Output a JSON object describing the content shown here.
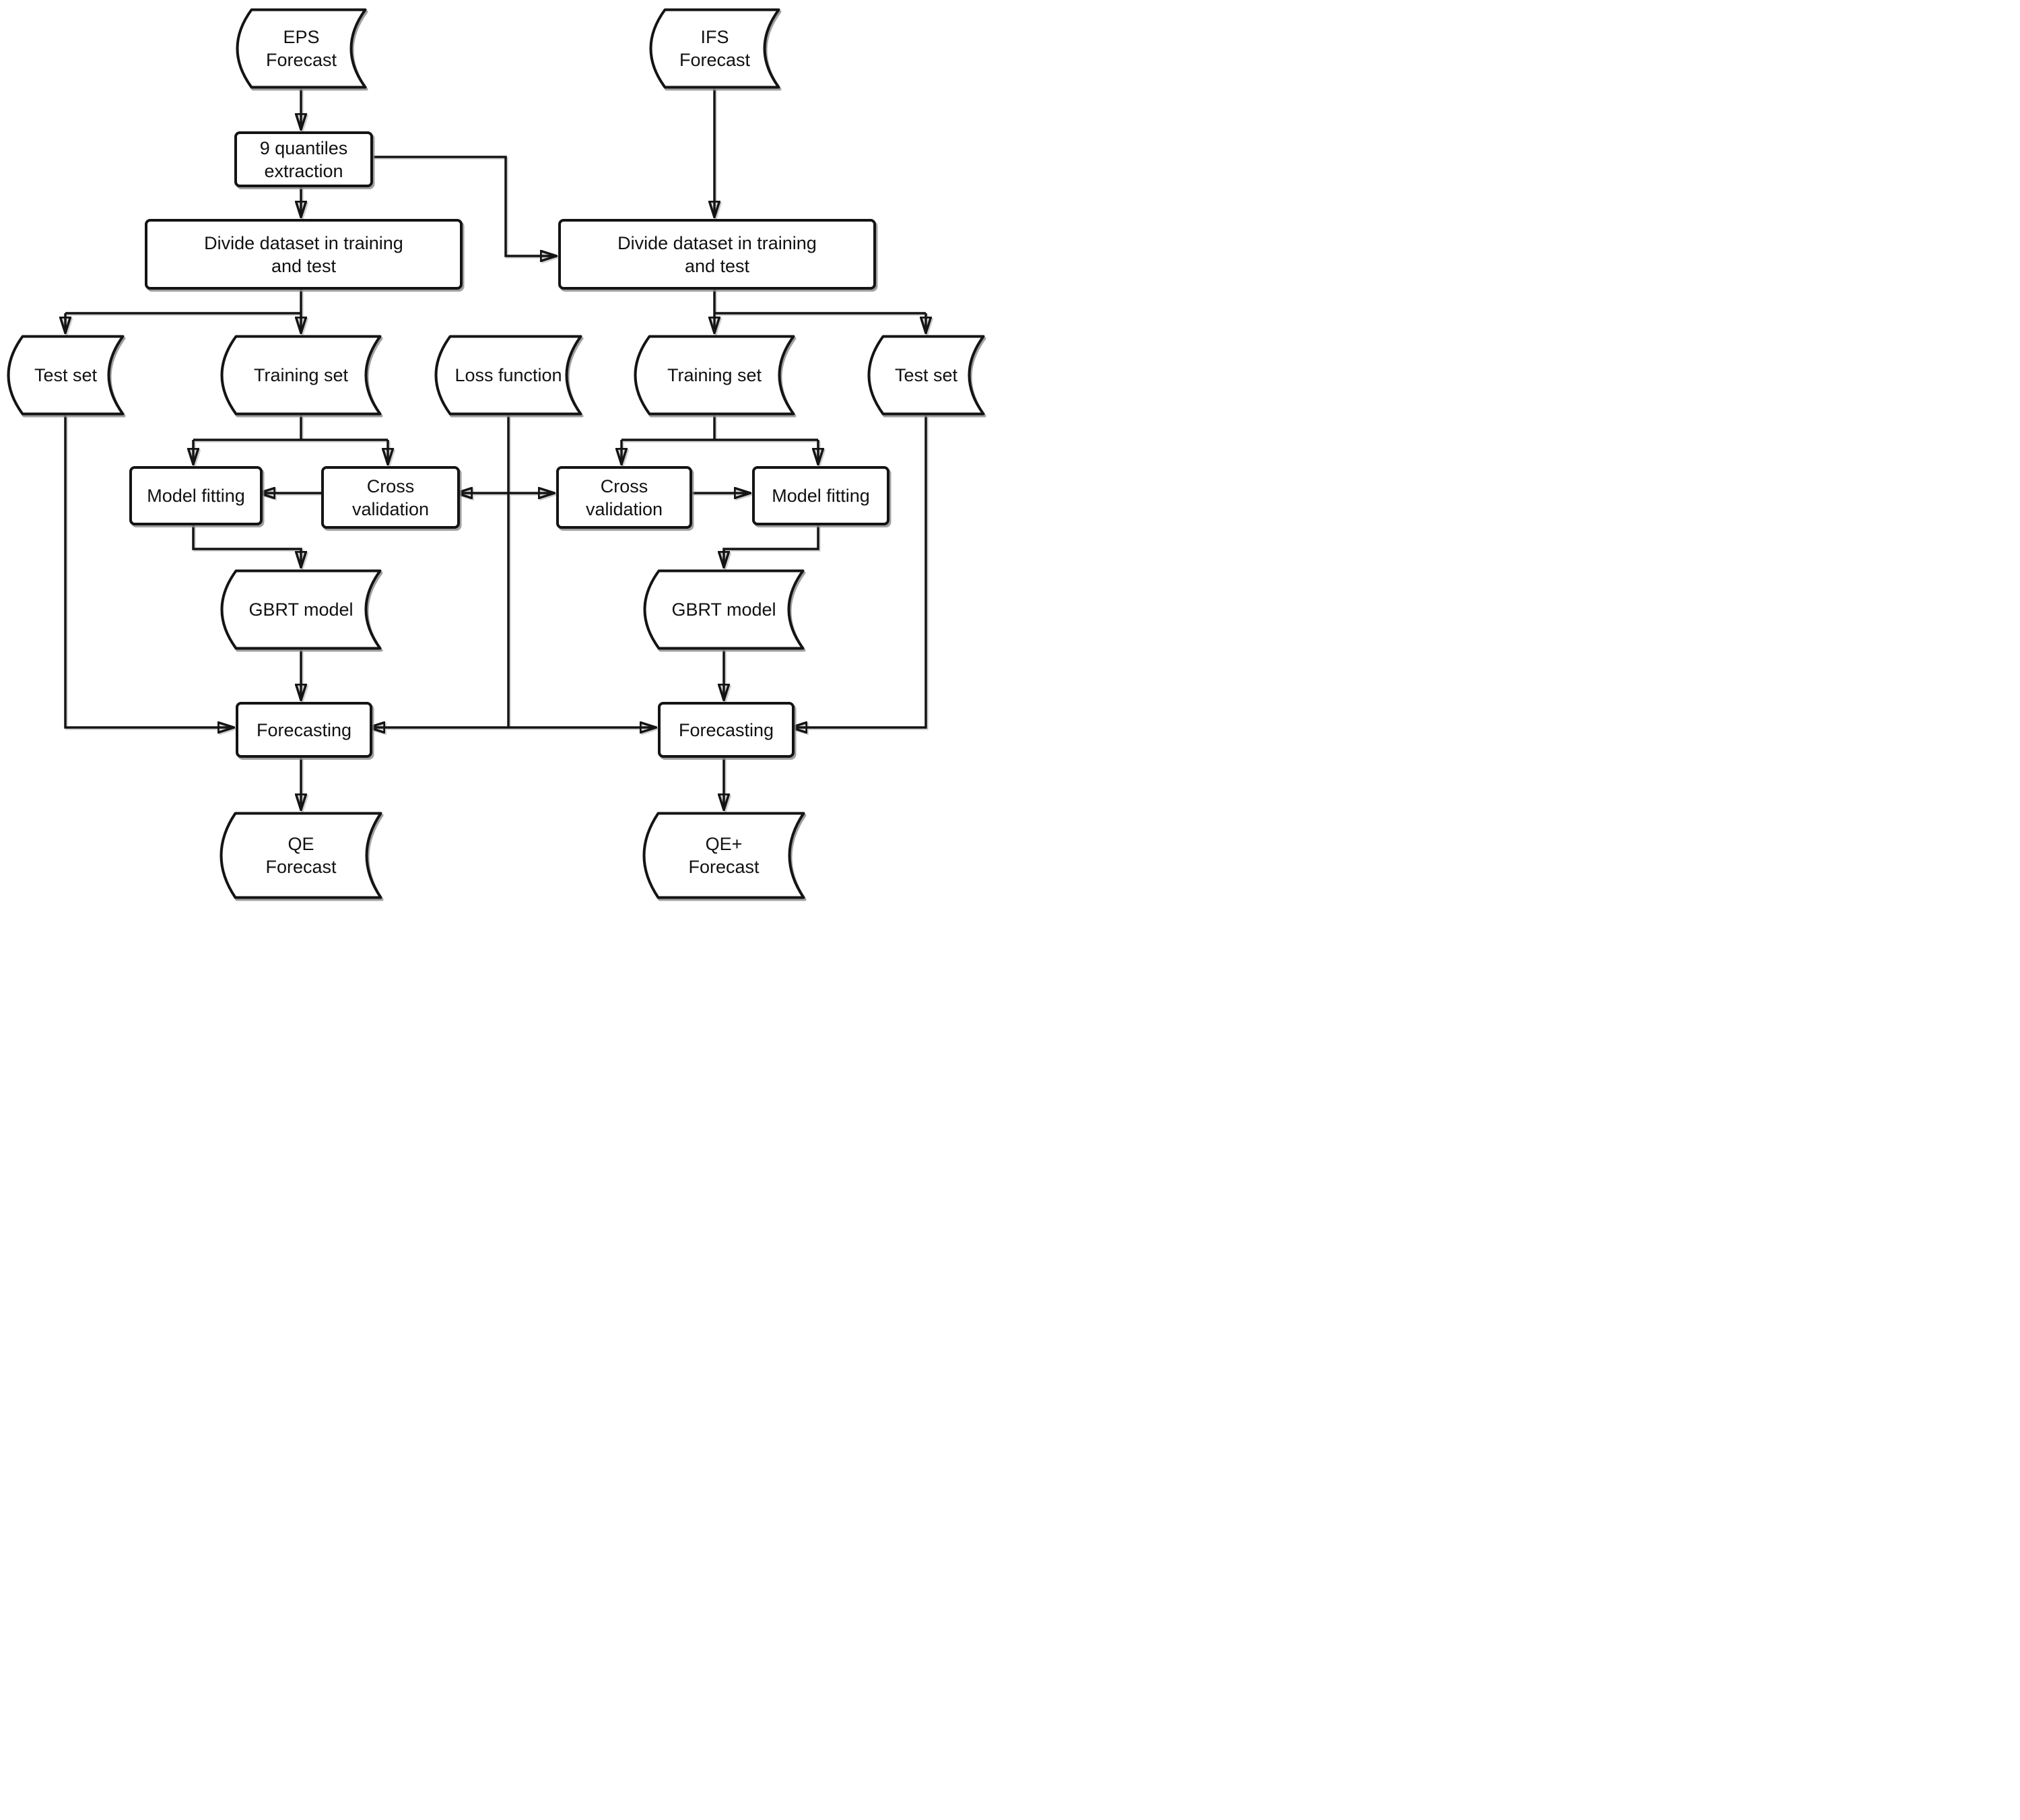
{
  "figure": {
    "type": "flowchart",
    "colors": {
      "background": "#ffffff",
      "stroke": "#141414",
      "shadow": "#8a8a8a",
      "text": "#111111"
    },
    "nodes": [
      {
        "id": "eps-forecast",
        "shape": "stored-data",
        "label": "EPS\nForecast"
      },
      {
        "id": "ifs-forecast",
        "shape": "stored-data",
        "label": "IFS\nForecast"
      },
      {
        "id": "quantiles-extraction",
        "shape": "process",
        "label": "9 quantiles\nextraction"
      },
      {
        "id": "divide-dataset-left",
        "shape": "process",
        "label": "Divide dataset in training\nand test"
      },
      {
        "id": "divide-dataset-right",
        "shape": "process",
        "label": "Divide dataset in training\nand test"
      },
      {
        "id": "test-set-left",
        "shape": "stored-data",
        "label": "Test set"
      },
      {
        "id": "training-set-left",
        "shape": "stored-data",
        "label": "Training set"
      },
      {
        "id": "loss-function",
        "shape": "stored-data",
        "label": "Loss function"
      },
      {
        "id": "training-set-right",
        "shape": "stored-data",
        "label": "Training set"
      },
      {
        "id": "test-set-right",
        "shape": "stored-data",
        "label": "Test set"
      },
      {
        "id": "model-fitting-left",
        "shape": "process",
        "label": "Model fitting"
      },
      {
        "id": "cross-validation-left",
        "shape": "process",
        "label": "Cross\nvalidation"
      },
      {
        "id": "cross-validation-right",
        "shape": "process",
        "label": "Cross\nvalidation"
      },
      {
        "id": "model-fitting-right",
        "shape": "process",
        "label": "Model fitting"
      },
      {
        "id": "gbrt-model-left",
        "shape": "stored-data",
        "label": "GBRT model"
      },
      {
        "id": "gbrt-model-right",
        "shape": "stored-data",
        "label": "GBRT model"
      },
      {
        "id": "forecasting-left",
        "shape": "process",
        "label": "Forecasting"
      },
      {
        "id": "forecasting-right",
        "shape": "process",
        "label": "Forecasting"
      },
      {
        "id": "qe-forecast",
        "shape": "stored-data",
        "label": "QE\nForecast"
      },
      {
        "id": "qe-plus-forecast",
        "shape": "stored-data",
        "label": "QE+\nForecast"
      }
    ],
    "edges": [
      {
        "from": "eps-forecast",
        "to": "quantiles-extraction"
      },
      {
        "from": "quantiles-extraction",
        "to": "divide-dataset-left"
      },
      {
        "from": "quantiles-extraction",
        "to": "divide-dataset-right"
      },
      {
        "from": "ifs-forecast",
        "to": "divide-dataset-right"
      },
      {
        "from": "divide-dataset-left",
        "to": "test-set-left"
      },
      {
        "from": "divide-dataset-left",
        "to": "training-set-left"
      },
      {
        "from": "divide-dataset-right",
        "to": "training-set-right"
      },
      {
        "from": "divide-dataset-right",
        "to": "test-set-right"
      },
      {
        "from": "training-set-left",
        "to": "model-fitting-left"
      },
      {
        "from": "training-set-left",
        "to": "cross-validation-left"
      },
      {
        "from": "training-set-right",
        "to": "cross-validation-right"
      },
      {
        "from": "training-set-right",
        "to": "model-fitting-right"
      },
      {
        "from": "cross-validation-left",
        "to": "model-fitting-left"
      },
      {
        "from": "cross-validation-right",
        "to": "model-fitting-right"
      },
      {
        "from": "loss-function",
        "to": "cross-validation-left"
      },
      {
        "from": "loss-function",
        "to": "cross-validation-right"
      },
      {
        "from": "loss-function",
        "to": "forecasting-left"
      },
      {
        "from": "loss-function",
        "to": "forecasting-right"
      },
      {
        "from": "model-fitting-left",
        "to": "gbrt-model-left"
      },
      {
        "from": "model-fitting-right",
        "to": "gbrt-model-right"
      },
      {
        "from": "gbrt-model-left",
        "to": "forecasting-left"
      },
      {
        "from": "gbrt-model-right",
        "to": "forecasting-right"
      },
      {
        "from": "test-set-left",
        "to": "forecasting-left"
      },
      {
        "from": "test-set-right",
        "to": "forecasting-right"
      },
      {
        "from": "forecasting-left",
        "to": "qe-forecast"
      },
      {
        "from": "forecasting-right",
        "to": "qe-plus-forecast"
      }
    ]
  }
}
